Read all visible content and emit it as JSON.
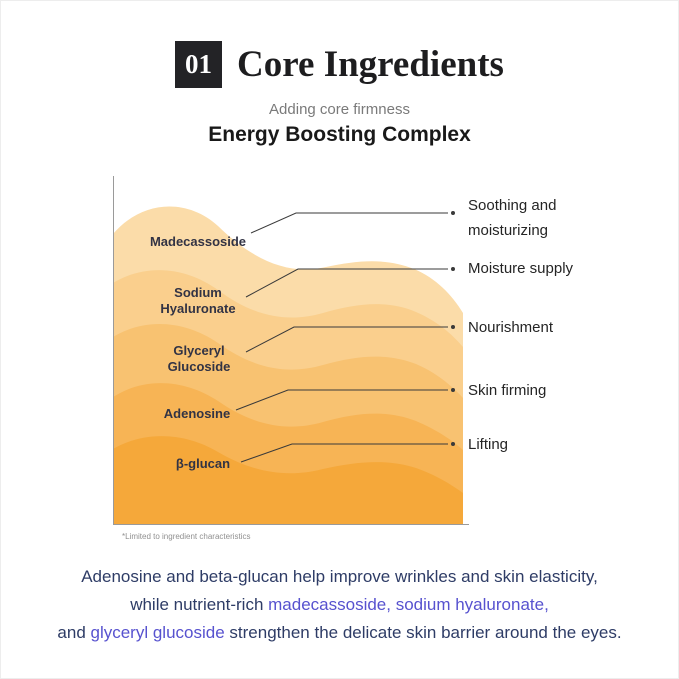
{
  "header": {
    "number": "01",
    "title": "Core Ingredients",
    "tagline": "Adding core firmness",
    "complex": "Energy Boosting Complex"
  },
  "chart": {
    "footnote": "*Limited to ingredient characteristics",
    "axis_color": "#9a9a9a",
    "line_color": "#3a3a3a",
    "layers": [
      {
        "label": "Madecassoside",
        "color": "#fbdca9",
        "benefit": "Soothing and moisturizing"
      },
      {
        "label": "Sodium Hyaluronate",
        "color": "#facf8d",
        "benefit": "Moisture supply"
      },
      {
        "label": "Glyceryl Glucoside",
        "color": "#f8c271",
        "benefit": "Nourishment"
      },
      {
        "label": "Adenosine",
        "color": "#f7b455",
        "benefit": "Skin firming"
      },
      {
        "label": "β-glucan",
        "color": "#f5a83a",
        "benefit": "Lifting"
      }
    ]
  },
  "footer": {
    "text_color": "#2e3c66",
    "highlight_color": "#5752cf",
    "line1": "Adenosine and beta-glucan help improve wrinkles and skin elasticity,",
    "line2_pre": "while nutrient-rich ",
    "line2_hl": "madecassoside, sodium hyaluronate,",
    "line3_pre": "and ",
    "line3_hl": "glyceryl glucoside",
    "line3_post": " strengthen the delicate skin barrier around the eyes."
  }
}
